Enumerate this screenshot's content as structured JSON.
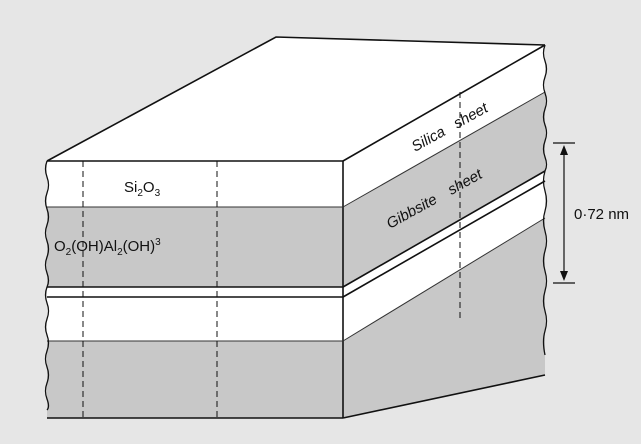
{
  "diagram": {
    "colors": {
      "background": "#e6e6e6",
      "silica": "#ffffff",
      "gibbsite": "#c8c8c8",
      "line": "#111111"
    },
    "labels": {
      "silica_formula": {
        "base": "Si",
        "sub1": "2",
        "mid": "O",
        "sub2": "3"
      },
      "gibbsite_formula": {
        "p1": "O",
        "s1": "2",
        "p2": "(OH)Al",
        "s2": "2",
        "p3": "(OH)",
        "s3": "3"
      },
      "silica_sheet_1": "Silica",
      "silica_sheet_2": "sheet",
      "gibbsite_sheet_1": "Gibbsite",
      "gibbsite_sheet_2": "sheet",
      "spacing": "0·72 nm"
    }
  }
}
